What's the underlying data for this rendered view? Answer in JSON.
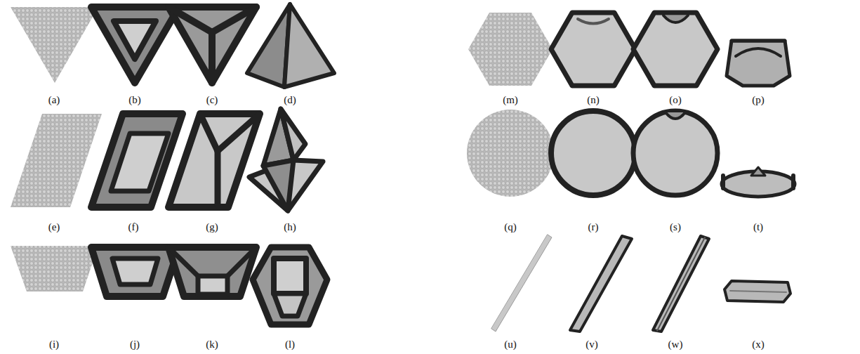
{
  "diagram": {
    "labels": [
      "(a)",
      "(b)",
      "(c)",
      "(d)",
      "(e)",
      "(f)",
      "(g)",
      "(h)",
      "(i)",
      "(j)",
      "(k)",
      "(l)",
      "(m)",
      "(n)",
      "(o)",
      "(p)",
      "(q)",
      "(r)",
      "(s)",
      "(t)",
      "(u)",
      "(v)",
      "(w)",
      "(x)"
    ]
  }
}
